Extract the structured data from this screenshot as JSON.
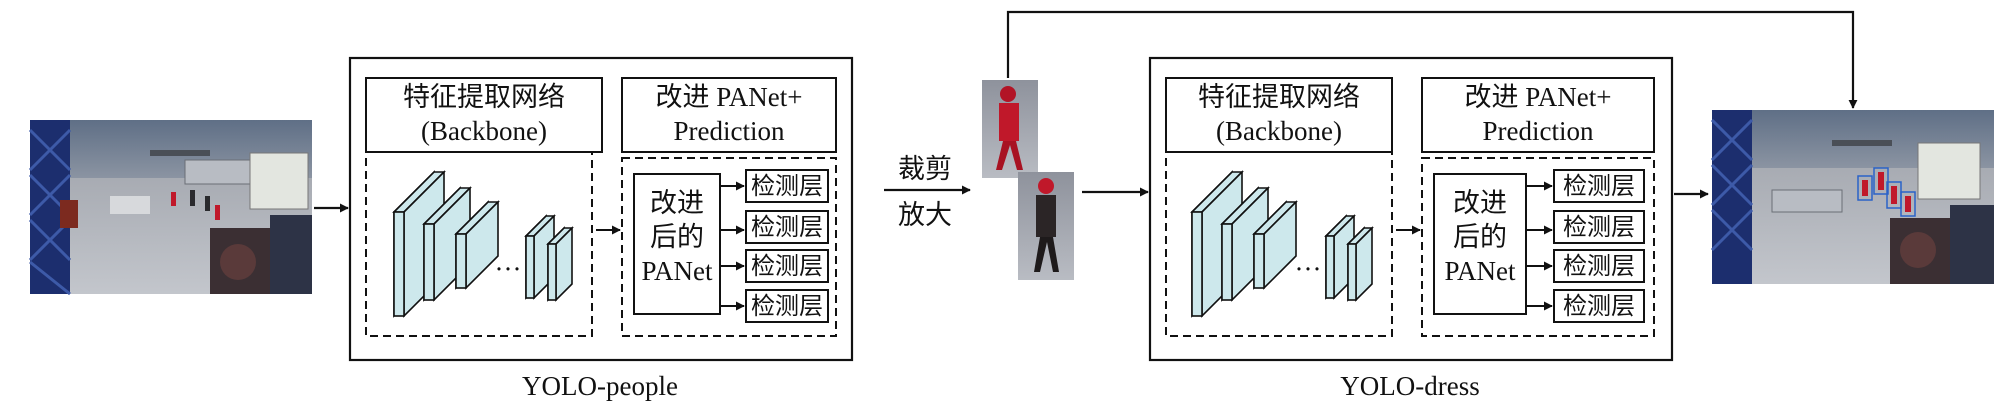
{
  "models": [
    {
      "caption": "YOLO-people",
      "backbone_line1": "特征提取网络",
      "backbone_line2": "(Backbone)",
      "head_line1": "改进 PANet+",
      "head_line2": "Prediction",
      "panet_lines": [
        "改进",
        "后的",
        "PANet"
      ],
      "detection_layers": [
        "检测层",
        "检测层",
        "检测层",
        "检测层"
      ],
      "ellipsis": "···"
    },
    {
      "caption": "YOLO-dress",
      "backbone_line1": "特征提取网络",
      "backbone_line2": "(Backbone)",
      "head_line1": "改进 PANet+",
      "head_line2": "Prediction",
      "panet_lines": [
        "改进",
        "后的",
        "PANet"
      ],
      "detection_layers": [
        "检测层",
        "检测层",
        "检测层",
        "检测层"
      ],
      "ellipsis": "···"
    }
  ],
  "crop_step": {
    "line1": "裁剪",
    "line2": "放大"
  },
  "colors": {
    "layer_fill": "#cde8ec",
    "line": "#111111",
    "worker_suit": "#c0182a",
    "box_blue": "#2a63c8"
  },
  "images": [
    {
      "name": "input-scene-photo"
    },
    {
      "name": "cropped-person-red"
    },
    {
      "name": "cropped-person-dark"
    },
    {
      "name": "output-scene-photo"
    }
  ]
}
